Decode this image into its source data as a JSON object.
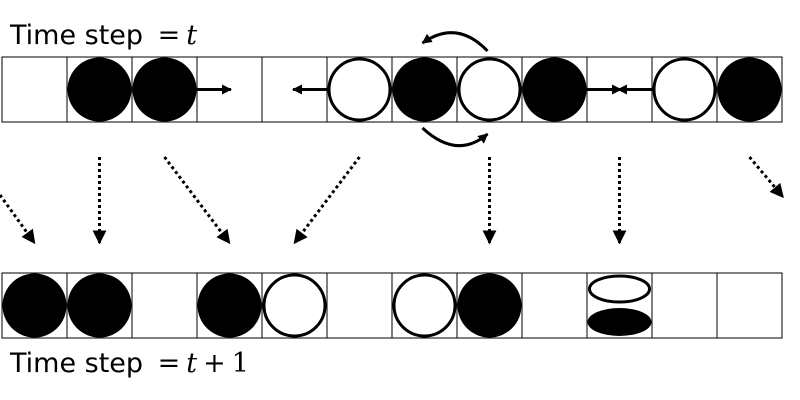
{
  "labels": {
    "top": {
      "text": "Time step",
      "eq": "=",
      "var": "t"
    },
    "bottom": {
      "text": "Time step",
      "eq": "=",
      "var": "t",
      "plus": "+",
      "num": "1"
    }
  },
  "rows": {
    "top": {
      "cells": 12,
      "contents": [
        "empty",
        "black",
        "black",
        "empty",
        "empty",
        "white",
        "black",
        "white",
        "black",
        "empty",
        "white",
        "black"
      ]
    },
    "bottom": {
      "cells": 12,
      "contents": [
        "black",
        "black",
        "empty",
        "black",
        "white",
        "empty",
        "white",
        "black",
        "empty",
        "split",
        "empty",
        "empty"
      ]
    }
  },
  "top_arrows": [
    {
      "from_cell": 2,
      "direction": "right"
    },
    {
      "from_cell": 5,
      "direction": "left"
    },
    {
      "from_cell": 8,
      "direction": "right"
    },
    {
      "from_cell": 10,
      "direction": "left"
    }
  ],
  "swap": {
    "cells": [
      6,
      7
    ]
  },
  "transitions": [
    {
      "from_cell": -1,
      "to_cell": 0
    },
    {
      "from_cell": 1,
      "to_cell": 1
    },
    {
      "from_cell": 2,
      "to_cell": 3
    },
    {
      "from_cell": 5,
      "to_cell": 4
    },
    {
      "from_cell": 7,
      "to_cell": 7
    },
    {
      "from_cell": 9,
      "to_cell": 9
    },
    {
      "from_cell": 11,
      "to_cell": 12
    }
  ],
  "colors": {
    "stroke": "#000000",
    "fill_dark": "#000000",
    "fill_light": "#ffffff"
  }
}
